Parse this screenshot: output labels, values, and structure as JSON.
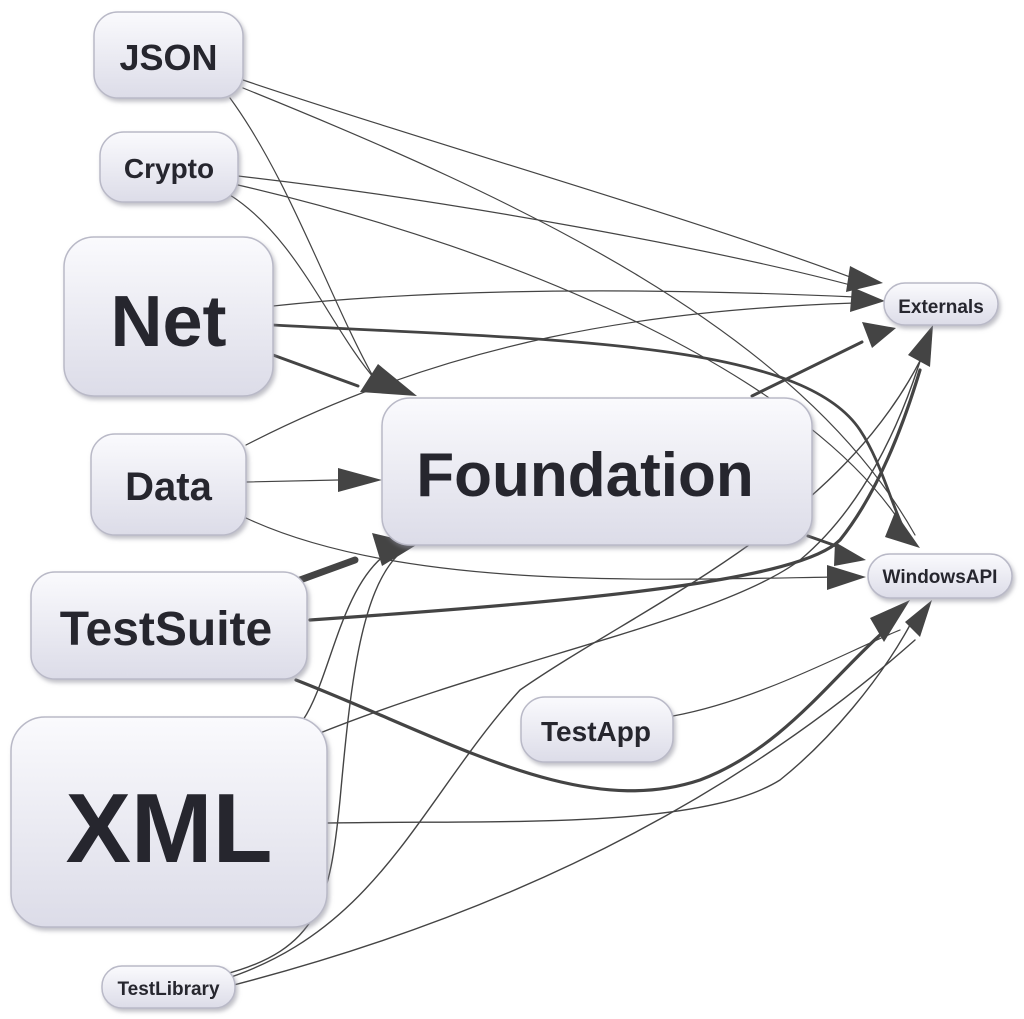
{
  "nodes": [
    {
      "id": "json",
      "label": "JSON"
    },
    {
      "id": "crypto",
      "label": "Crypto"
    },
    {
      "id": "net",
      "label": "Net"
    },
    {
      "id": "data",
      "label": "Data"
    },
    {
      "id": "foundation",
      "label": "Foundation"
    },
    {
      "id": "testsuite",
      "label": "TestSuite"
    },
    {
      "id": "xml",
      "label": "XML"
    },
    {
      "id": "testapp",
      "label": "TestApp"
    },
    {
      "id": "testlibrary",
      "label": "TestLibrary"
    },
    {
      "id": "externals",
      "label": "Externals"
    },
    {
      "id": "windowsapi",
      "label": "WindowsAPI"
    }
  ],
  "edges": [
    {
      "from": "json",
      "to": "externals"
    },
    {
      "from": "json",
      "to": "windowsapi"
    },
    {
      "from": "json",
      "to": "foundation"
    },
    {
      "from": "crypto",
      "to": "externals"
    },
    {
      "from": "crypto",
      "to": "windowsapi"
    },
    {
      "from": "crypto",
      "to": "foundation"
    },
    {
      "from": "net",
      "to": "externals"
    },
    {
      "from": "net",
      "to": "windowsapi"
    },
    {
      "from": "net",
      "to": "foundation"
    },
    {
      "from": "data",
      "to": "foundation"
    },
    {
      "from": "data",
      "to": "externals"
    },
    {
      "from": "data",
      "to": "windowsapi"
    },
    {
      "from": "foundation",
      "to": "externals"
    },
    {
      "from": "foundation",
      "to": "windowsapi"
    },
    {
      "from": "testsuite",
      "to": "foundation"
    },
    {
      "from": "testsuite",
      "to": "externals"
    },
    {
      "from": "testsuite",
      "to": "windowsapi"
    },
    {
      "from": "xml",
      "to": "foundation"
    },
    {
      "from": "xml",
      "to": "externals"
    },
    {
      "from": "xml",
      "to": "windowsapi"
    },
    {
      "from": "testapp",
      "to": "windowsapi"
    },
    {
      "from": "testlibrary",
      "to": "foundation"
    },
    {
      "from": "testlibrary",
      "to": "externals"
    },
    {
      "from": "testlibrary",
      "to": "windowsapi"
    }
  ]
}
